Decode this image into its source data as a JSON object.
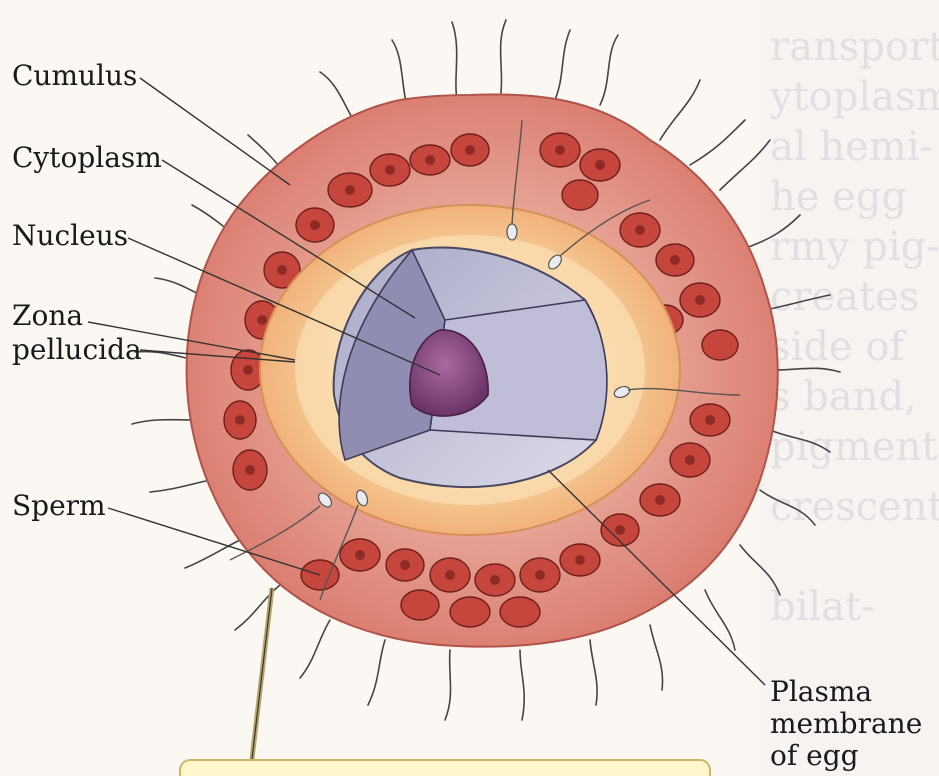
{
  "labels": {
    "cumulus": "Cumulus",
    "cytoplasm": "Cytoplasm",
    "nucleus": "Nucleus",
    "zona_line1": "Zona",
    "zona_line2": "pellucida",
    "sperm": "Sperm",
    "plasma_line1": "Plasma",
    "plasma_line2": "membrane",
    "plasma_line3": "of egg"
  },
  "colors": {
    "cumulus_cells": "#c9453c",
    "cumulus_outer": "#e3978a",
    "zona_pellucida": "#f6c98f",
    "cytoplasm": "#c7c5dc",
    "nucleus": "#8a4f86",
    "page_bleed_text": "#c9c4c8"
  }
}
